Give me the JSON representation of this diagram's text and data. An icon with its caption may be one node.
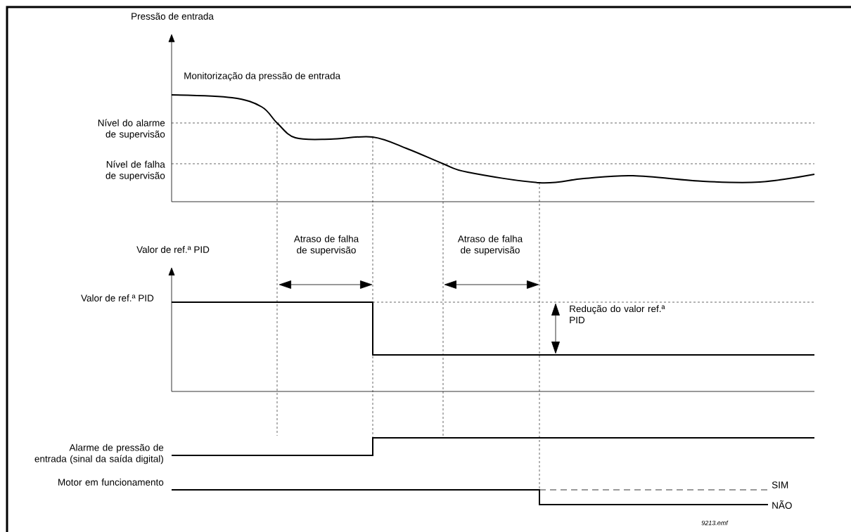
{
  "diagram": {
    "labels": [
      "Pressão de entrada",
      "Monitorização da pressão de entrada",
      "Nível do alarme de supervisão",
      "Nível de falha de supervisão",
      "Atraso de falha de supervisão",
      "Atraso de falha de supervisão",
      "Valor de ref.ª PID",
      "Valor de ref.ª PID",
      "Redução do valor ref.ª PID",
      "Alarme de pressão de entrada (sinal da saída digital)",
      "Motor em funcionamento",
      "SIM",
      "NÃO",
      "9213.emf"
    ]
  }
}
